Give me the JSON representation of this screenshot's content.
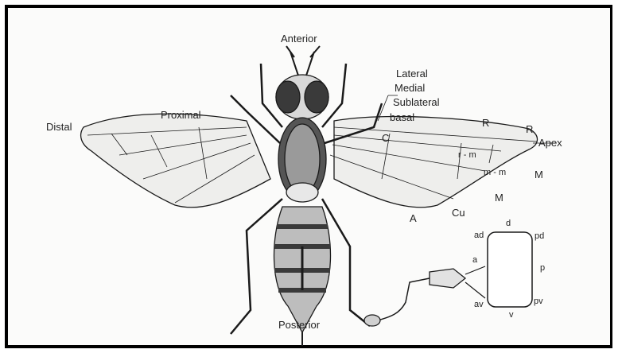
{
  "diagram": {
    "labels": {
      "anterior": "Anterior",
      "posterior": "Posterior",
      "proximal": "Proximal",
      "distal": "Distal",
      "lateral": "Lateral",
      "medial": "Medial",
      "sublateral": "Sublateral",
      "basal": "basal",
      "apex": "Apex",
      "c": "C",
      "r1": "R",
      "r2": "R",
      "rm": "r - m",
      "mm": "m - m",
      "m1": "M",
      "m2": "M",
      "cu": "Cu",
      "a_vein": "A"
    },
    "inset_labels": {
      "d": "d",
      "ad": "ad",
      "pd": "pd",
      "a": "a",
      "p": "p",
      "av": "av",
      "pv": "pv",
      "v": "v"
    }
  },
  "colors": {
    "ink": "#1a1a1a",
    "paper": "#fbfbfa",
    "wing": "#eeeeec"
  }
}
